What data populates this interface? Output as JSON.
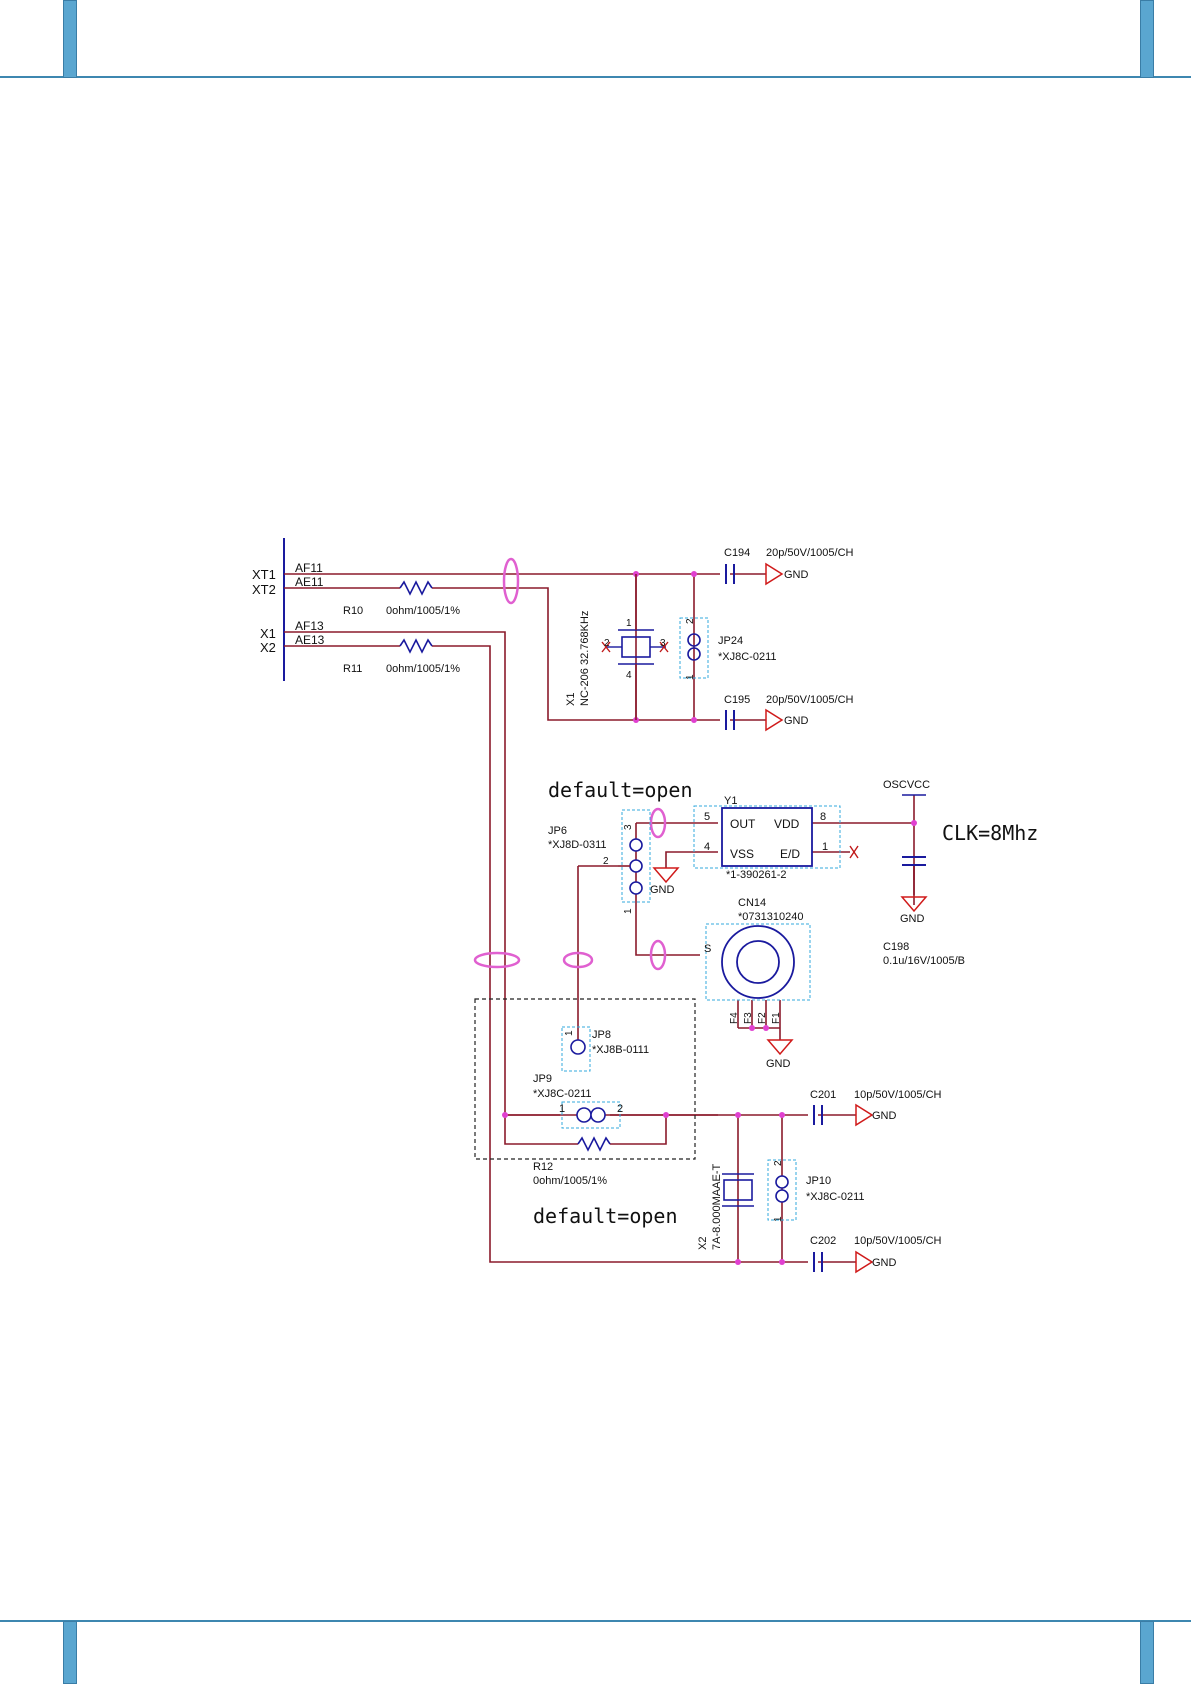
{
  "colors": {
    "wire": "#8b1a2b",
    "pin": "#1a1a9e",
    "junction": "#e040d0",
    "ground": "#d01a1a",
    "outline": "#33aadd",
    "frame": "#3d87b0",
    "text": "#111111"
  },
  "schematic": {
    "bus_nets": [
      "XT1",
      "XT2",
      "X1",
      "X2"
    ],
    "pin_names": [
      "AF11",
      "AE11",
      "AF13",
      "AE13"
    ],
    "r10": {
      "ref": "R10",
      "value": "0ohm/1005/1%"
    },
    "r11": {
      "ref": "R11",
      "value": "0ohm/1005/1%"
    },
    "c194": {
      "ref": "C194",
      "value": "20p/50V/1005/CH"
    },
    "c195": {
      "ref": "C195",
      "value": "20p/50V/1005/CH"
    },
    "x1": {
      "ref": "X1",
      "value": "NC-206 32.768KHz",
      "pins": [
        "1",
        "2",
        "3",
        "4"
      ]
    },
    "jp24": {
      "ref": "JP24",
      "value": "*XJ8C-0211",
      "pins": [
        "2",
        "1"
      ]
    },
    "note_top": "default=open",
    "note_bottom": "default=open",
    "jp6": {
      "ref": "JP6",
      "value": "*XJ8D-0311",
      "pins": [
        "3",
        "2",
        "1"
      ]
    },
    "y1": {
      "ref": "Y1",
      "value": "*1-390261-2",
      "out": "OUT",
      "vdd": "VDD",
      "vss": "VSS",
      "ed": "E/D",
      "pins": [
        "5",
        "8",
        "4",
        "1"
      ]
    },
    "osc_net": "OSCVCC",
    "clk_label": "CLK=8Mhz",
    "c198": {
      "ref": "C198",
      "value": "0.1u/16V/1005/B"
    },
    "cn14": {
      "ref": "CN14",
      "value": "*0731310240",
      "pins": [
        "S",
        "F4",
        "F3",
        "F2",
        "F1"
      ]
    },
    "jp8": {
      "ref": "JP8",
      "value": "*XJ8B-0111",
      "pin": "1"
    },
    "jp9": {
      "ref": "JP9",
      "value": "*XJ8C-0211",
      "pins": [
        "1",
        "2"
      ]
    },
    "r12": {
      "ref": "R12",
      "value": "0ohm/1005/1%"
    },
    "c201": {
      "ref": "C201",
      "value": "10p/50V/1005/CH"
    },
    "c202": {
      "ref": "C202",
      "value": "10p/50V/1005/CH"
    },
    "x2": {
      "ref": "X2",
      "value": "7A-8.000MAAE-T"
    },
    "jp10": {
      "ref": "JP10",
      "value": "*XJ8C-0211",
      "pins": [
        "2",
        "1"
      ]
    },
    "gnd": "GND"
  }
}
